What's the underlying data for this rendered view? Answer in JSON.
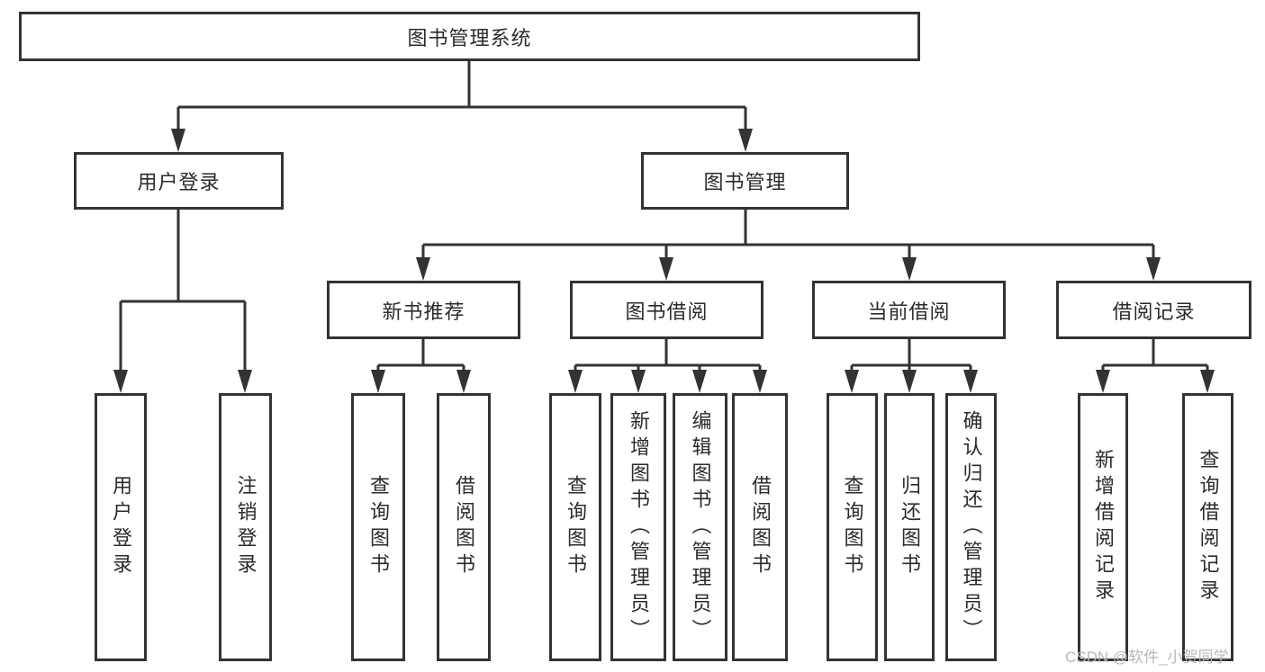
{
  "diagram": {
    "root": "图书管理系统",
    "branches": {
      "user_login": "用户登录",
      "book_management": "图书管理"
    },
    "modules": {
      "new_book_recommend": "新书推荐",
      "book_borrowing": "图书借阅",
      "current_borrowing": "当前借阅",
      "borrowing_records": "借阅记录"
    },
    "leaves": {
      "user_login": "用户登录",
      "logout": "注销登录",
      "recommend_query_books": "查询图书",
      "recommend_borrow_books": "借阅图书",
      "borrowing_query_books": "查询图书",
      "borrowing_add_books": "新增图书（管理员）",
      "borrowing_edit_books": "编辑图书（管理员）",
      "borrowing_borrow_books": "借阅图书",
      "current_query_books": "查询图书",
      "current_return_books": "归还图书",
      "current_confirm_return": "确认归还（管理员）",
      "records_add_record": "新增借阅记录",
      "records_query_record": "查询借阅记录"
    }
  },
  "watermark": "CSDN @软件_小贺同学",
  "colors": {
    "box_border": "#333333",
    "connector": "#333333",
    "text": "#2b2b2b",
    "watermark": "#b8b8b8",
    "background": "#ffffff"
  }
}
